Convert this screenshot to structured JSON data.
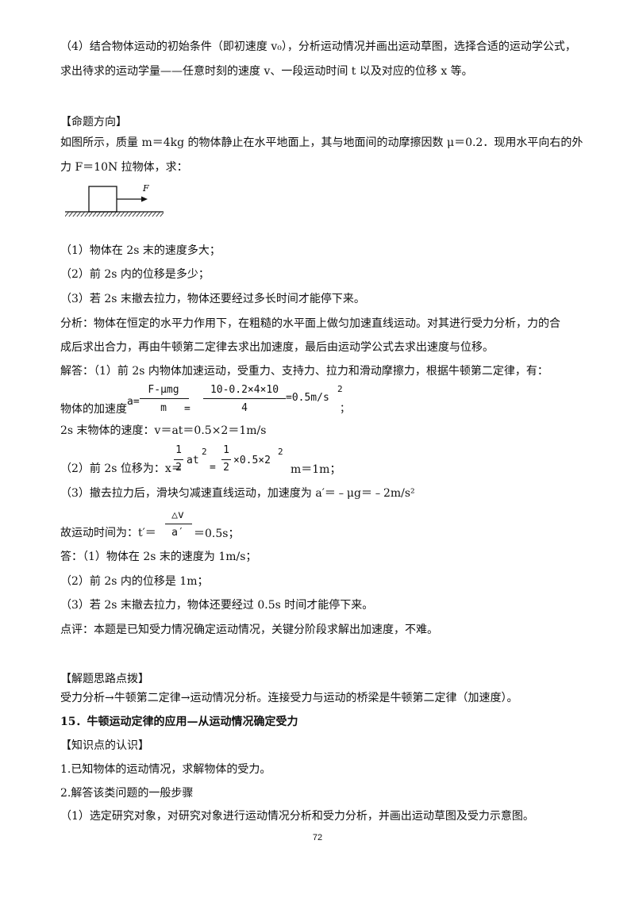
{
  "lines": {
    "l1": "（4）结合物体运动的初始条件（即初速度 v₀），分析运动情况并画出运动草图，选择合适的运动学公式，",
    "l2": "求出待求的运动学量——任意时刻的速度 v、一段运动时间 t 以及对应的位移 x 等。",
    "h_direction": "【命题方向】",
    "q1": "如图所示，质量 m＝4kg 的物体静止在水平地面上，其与地面间的动摩擦因数 μ＝0.2．现用水平向右的外",
    "q2": "力 F＝10N 拉物体，求：",
    "s1": "（1）物体在 2s 末的速度多大；",
    "s2": "（2）前 2s 内的位移是多少；",
    "s3": "（3）若 2s 末撤去拉力，物体还要经过多长时间才能停下来。",
    "an1": "分析：物体在恒定的水平力作用下，在粗糙的水平面上做匀加速直线运动。对其进行受力分析，力的合",
    "an2": "成后求出合力，再由牛顿第二定律去求出加速度，最后由运动学公式去求出速度与位移。",
    "sol1": "解答：（1）前 2s 内物体加速运动，受重力、支持力、拉力和滑动摩擦力，根据牛顿第二定律，有：",
    "acc_prefix": "物体的加速度",
    "vel": "2s 末物体的速度：v＝at＝0.5×2＝1m/s",
    "disp_prefix": "（2）前 2s 位移为：x＝",
    "decel": "（3）撤去拉力后，滑块匀减速直线运动，加速度为 a′＝﹣μg＝﹣2m/s²",
    "time_prefix": "故运动时间为：t′＝",
    "ans1": "答：（1）物体在 2s 末的速度为 1m/s；",
    "ans2": "（2）前 2s 内的位移是 1m；",
    "ans3": "（3）若 2s 末撤去拉力，物体还要经过 0.5s 时间才能停下来。",
    "comment": "点评：本题是已知受力情况确定运动情况，关键分阶段求解出加速度，不难。",
    "h_tips": "【解题思路点拨】",
    "tips": "受力分析→牛顿第二定律→运动情况分析。连接受力与运动的桥梁是牛顿第二定律（加速度）。",
    "section": "15．牛顿运动定律的应用—从运动情况确定受力",
    "h_knowledge": "【知识点的认识】",
    "k1": "1.已知物体的运动情况，求解物体的受力。",
    "k2": "2.解答该类问题的一般步骤",
    "k3": "（1）选定研究对象，对研究对象进行运动情况分析和受力分析，并画出运动草图及受力示意图。"
  },
  "formula_acc": {
    "lhs": "a=",
    "f1_num": "F-μmg",
    "f1_den": "m",
    "eq": "=",
    "f2_num": "10-0.2×4×10",
    "f2_den": "4",
    "result": "=0.5m/s",
    "sup": "2",
    "tail": "；"
  },
  "formula_disp": {
    "f1_num": "1",
    "f1_den": "2",
    "at": "at",
    "sup1": "2",
    "eq": "=",
    "f2_num": "1",
    "f2_den": "2",
    "mul": "×0.5×2",
    "sup2": "2",
    "tail": "m＝1m；"
  },
  "formula_time": {
    "num": "△v",
    "den": "a′",
    "tail": "＝0.5s；"
  },
  "figure": {
    "force_label": "F"
  },
  "page_number": "72"
}
